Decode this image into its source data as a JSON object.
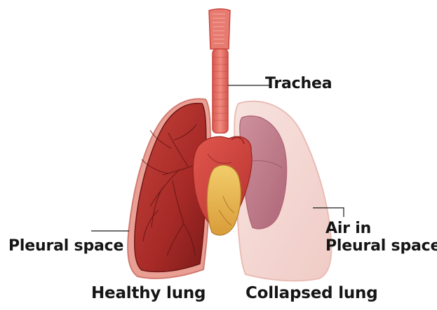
{
  "labels": {
    "trachea": "Trachea",
    "pleural_space": "Pleural space",
    "air_in_pleural_line1": "Air in",
    "air_in_pleural_line2": "Pleural space",
    "healthy_lung": "Healthy lung",
    "collapsed_lung": "Collapsed lung"
  },
  "colors": {
    "healthy_lung": "#b0302c",
    "healthy_lung_dark": "#7e1c1a",
    "pleura_outer": "#e8a8a0",
    "collapsed_lung": "#c98a96",
    "air_pleura": "#f4d4cf",
    "trachea": "#e46a5f",
    "heart": "#d4453f",
    "fat_pad": "#e7b54c",
    "leader_line": "#1a1a1a"
  }
}
